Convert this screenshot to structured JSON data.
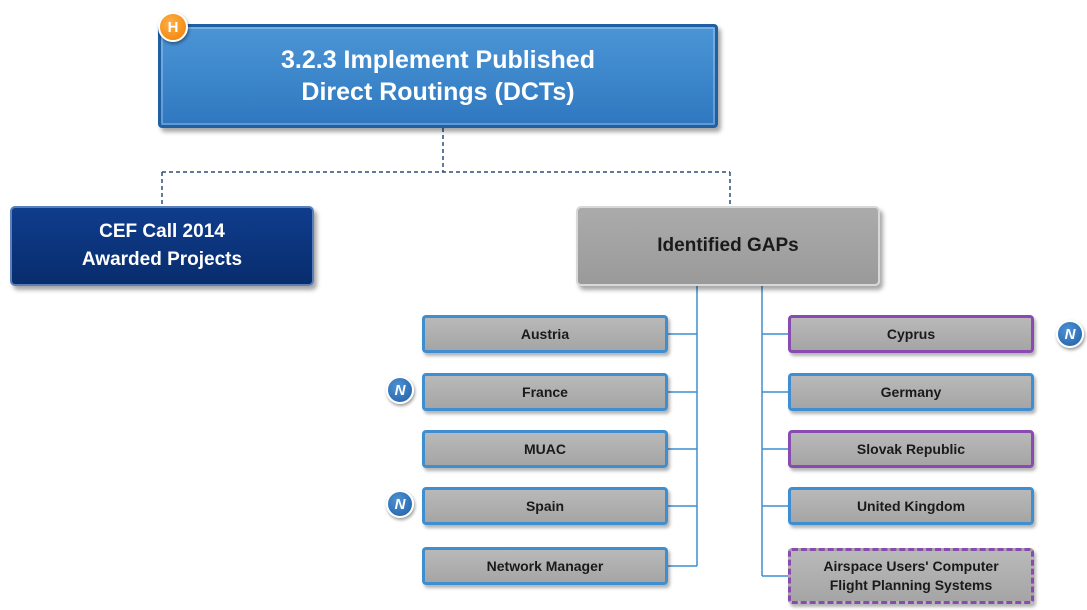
{
  "header": {
    "badge": "H",
    "title_line1": "3.2.3 Implement Published",
    "title_line2": "Direct Routings (DCTs)"
  },
  "branches": {
    "cef": {
      "line1": "CEF Call 2014",
      "line2": "Awarded Projects"
    },
    "gaps": {
      "label": "Identified GAPs"
    }
  },
  "left_items": [
    {
      "label": "Austria",
      "new": false
    },
    {
      "label": "France",
      "new": true
    },
    {
      "label": "MUAC",
      "new": false
    },
    {
      "label": "Spain",
      "new": true
    },
    {
      "label": "Network Manager",
      "new": false
    }
  ],
  "right_items": [
    {
      "label": "Cyprus",
      "new": true,
      "border": "purple"
    },
    {
      "label": "Germany",
      "new": false,
      "border": "blue"
    },
    {
      "label": "Slovak Republic",
      "new": false,
      "border": "purple"
    },
    {
      "label": "United Kingdom",
      "new": false,
      "border": "blue"
    },
    {
      "label_line1": "Airspace Users' Computer",
      "label_line2": "Flight Planning  Systems",
      "new": false,
      "border": "purple-dashed"
    }
  ],
  "new_badge": "N",
  "colors": {
    "title_blue": "#2f78c0",
    "cef_navy": "#082d6e",
    "gaps_grey": "#a5a5a5",
    "leaf_border_blue": "#3f8fd0",
    "leaf_border_purple": "#8a4bb0",
    "h_badge_orange": "#f07d00",
    "n_badge_blue": "#1e5da5"
  }
}
